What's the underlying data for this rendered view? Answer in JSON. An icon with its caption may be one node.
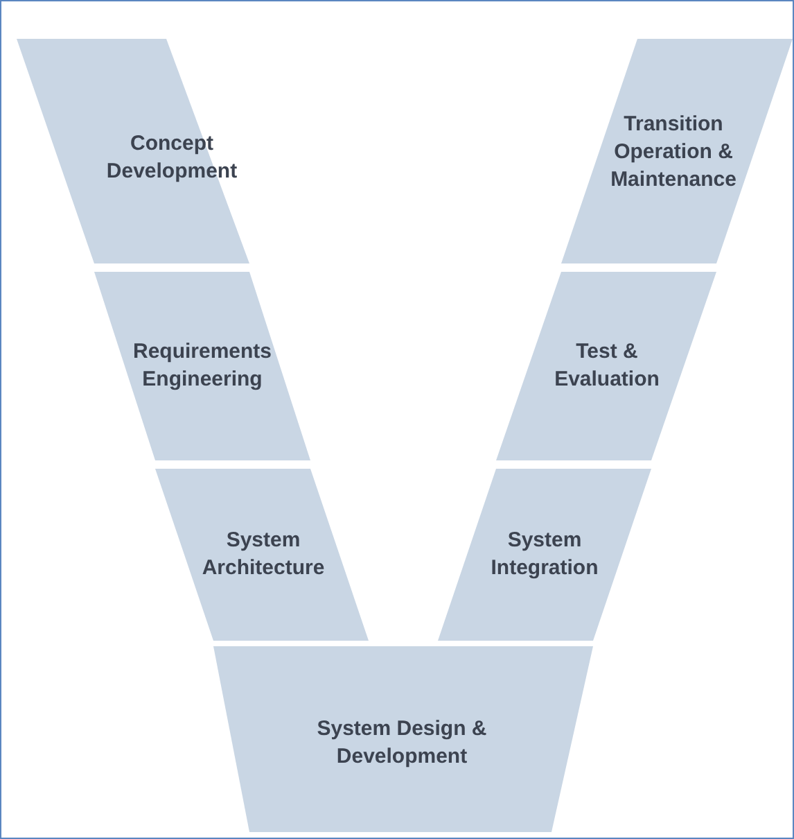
{
  "diagram": {
    "nodes": [
      {
        "text": [
          "Concept Development"
        ]
      },
      {
        "text": [
          "Requirements Engineering"
        ]
      },
      {
        "text": [
          "System Architecture"
        ]
      },
      {
        "text": [
          "System Design & Development"
        ]
      },
      {
        "text": [
          "System Integration"
        ]
      },
      {
        "text": [
          "Test & Evaluation"
        ]
      },
      {
        "text": [
          "Transition Operation & Maintenance"
        ]
      }
    ]
  }
}
